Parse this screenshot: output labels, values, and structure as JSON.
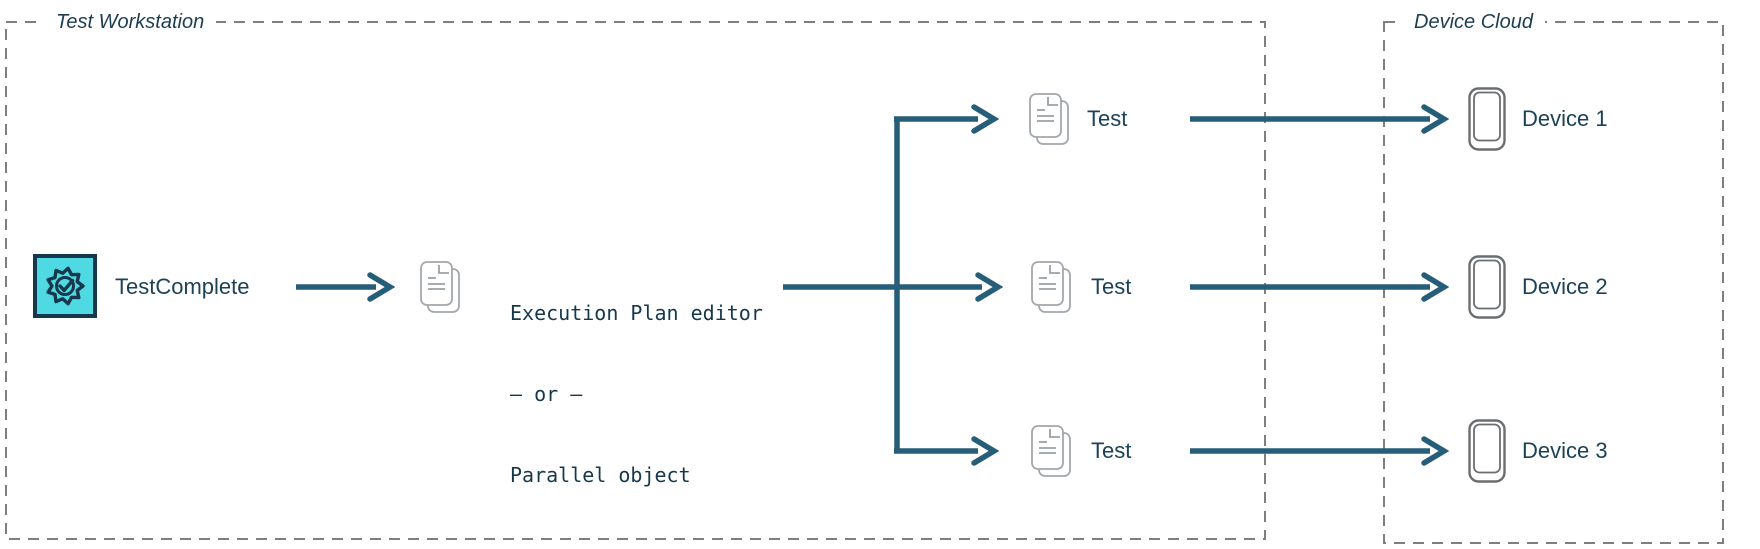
{
  "diagram": {
    "workstation": {
      "title": "Test Workstation"
    },
    "cloud": {
      "title": "Device Cloud"
    },
    "testcomplete": {
      "label": "TestComplete"
    },
    "plan": {
      "line1": "Execution Plan editor",
      "line2": "– or –",
      "line3": "Parallel object"
    },
    "tests": [
      {
        "label": "Test"
      },
      {
        "label": "Test"
      },
      {
        "label": "Test"
      }
    ],
    "devices": [
      {
        "label": "Device 1"
      },
      {
        "label": "Device 2"
      },
      {
        "label": "Device 3"
      }
    ],
    "icons": {
      "testcomplete": "testcomplete-badge-icon",
      "document": "test-document-icon",
      "device": "mobile-device-icon"
    },
    "colors": {
      "arrow": "#265d78",
      "label_text": "#1c4257",
      "mono_text": "#16384d",
      "badge_teal": "#4fd9e2",
      "badge_navy": "#16384c",
      "dashed_border": "#7f7f7f",
      "doc_gray": "#a3a8ac",
      "phone_gray": "#6b6e70"
    }
  }
}
